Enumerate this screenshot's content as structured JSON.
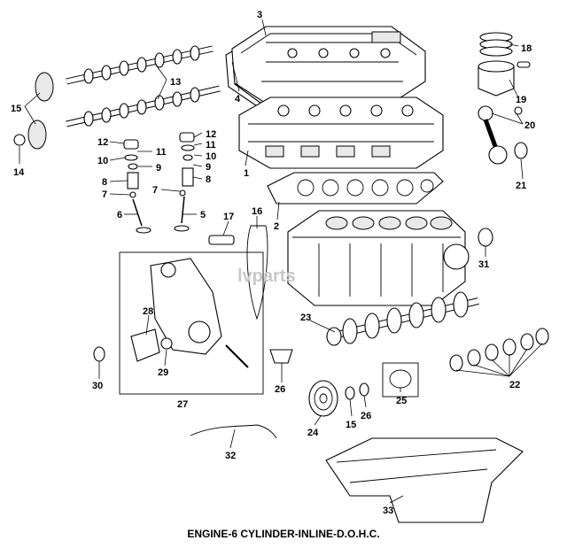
{
  "caption": "ENGINE-6 CYLINDER-INLINE-D.O.H.C.",
  "watermark": "lvparts",
  "callouts": [
    "3",
    "4",
    "18",
    "19",
    "13",
    "15",
    "20",
    "12",
    "11",
    "10",
    "9",
    "8",
    "7",
    "6",
    "14",
    "1",
    "12",
    "11",
    "10",
    "9",
    "8",
    "7",
    "5",
    "21",
    "2",
    "17",
    "16",
    "31",
    "28",
    "29",
    "23",
    "30",
    "27",
    "26",
    "22",
    "25",
    "26",
    "15",
    "24",
    "32",
    "33"
  ]
}
